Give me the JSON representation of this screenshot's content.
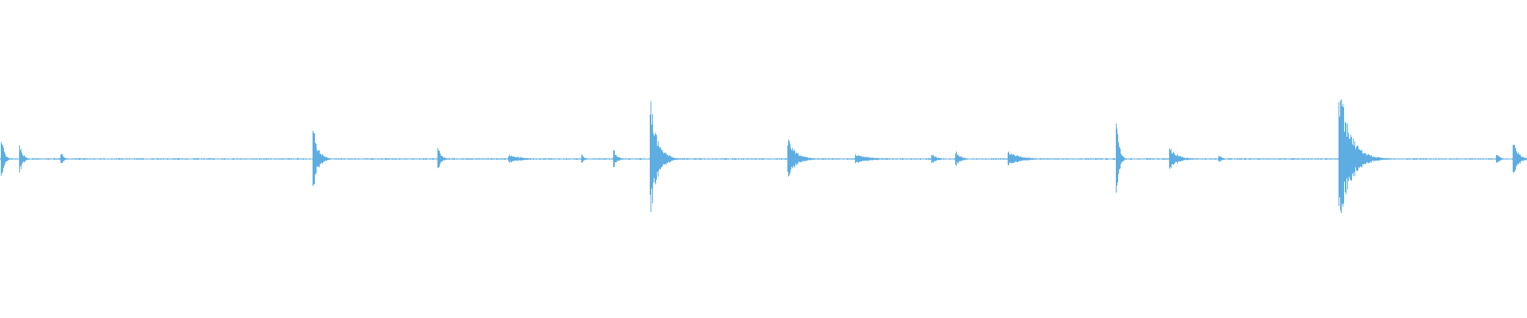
{
  "waveform": {
    "color": "#5dade2",
    "background": "#ffffff",
    "baseline_amplitude": 0.02,
    "events": [
      {
        "position": 0.001,
        "amplitude": 0.16,
        "decay": 0.0015
      },
      {
        "position": 0.013,
        "amplitude": 0.09,
        "decay": 0.002
      },
      {
        "position": 0.04,
        "amplitude": 0.05,
        "decay": 0.0015
      },
      {
        "position": 0.205,
        "amplitude": 0.22,
        "decay": 0.003
      },
      {
        "position": 0.287,
        "amplitude": 0.07,
        "decay": 0.002
      },
      {
        "position": 0.333,
        "amplitude": 0.03,
        "decay": 0.008
      },
      {
        "position": 0.381,
        "amplitude": 0.03,
        "decay": 0.0015
      },
      {
        "position": 0.402,
        "amplitude": 0.06,
        "decay": 0.002
      },
      {
        "position": 0.426,
        "amplitude": 0.38,
        "decay": 0.004
      },
      {
        "position": 0.435,
        "amplitude": 0.07,
        "decay": 0.003
      },
      {
        "position": 0.516,
        "amplitude": 0.14,
        "decay": 0.005
      },
      {
        "position": 0.56,
        "amplitude": 0.03,
        "decay": 0.01
      },
      {
        "position": 0.61,
        "amplitude": 0.04,
        "decay": 0.003
      },
      {
        "position": 0.626,
        "amplitude": 0.05,
        "decay": 0.003
      },
      {
        "position": 0.66,
        "amplitude": 0.05,
        "decay": 0.008
      },
      {
        "position": 0.731,
        "amplitude": 0.31,
        "decay": 0.0015
      },
      {
        "position": 0.766,
        "amplitude": 0.08,
        "decay": 0.005
      },
      {
        "position": 0.798,
        "amplitude": 0.03,
        "decay": 0.002
      },
      {
        "position": 0.877,
        "amplitude": 0.48,
        "decay": 0.007
      },
      {
        "position": 0.98,
        "amplitude": 0.04,
        "decay": 0.002
      },
      {
        "position": 0.991,
        "amplitude": 0.13,
        "decay": 0.003
      }
    ]
  }
}
